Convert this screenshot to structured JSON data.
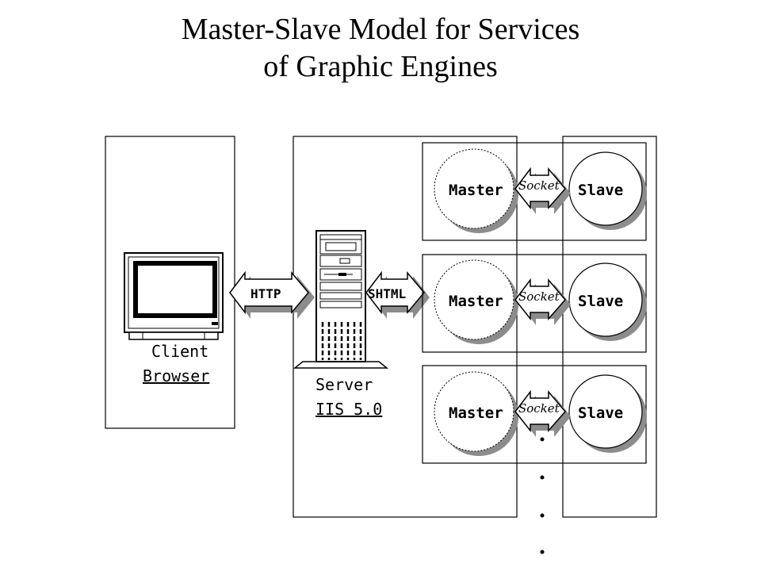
{
  "title": {
    "line1": "Master-Slave Model for Services",
    "line2": "of Graphic Engines"
  },
  "client": {
    "label": "Client",
    "sublabel": "Browser"
  },
  "server": {
    "label": "Server",
    "sublabel": "IIS 5.0"
  },
  "connectors": {
    "client_server": "HTTP",
    "server_master": "SHTML"
  },
  "engines": [
    {
      "master": "Master",
      "link": "Socket",
      "slave": "Slave"
    },
    {
      "master": "Master",
      "link": "Socket",
      "slave": "Slave"
    },
    {
      "master": "Master",
      "link": "Socket",
      "slave": "Slave"
    }
  ],
  "colors": {
    "line": "#000000",
    "shadow": "#8c8c8c",
    "circle_fill": "#ffffff",
    "arrow_fill": "#ffffff",
    "ellipsis_dots": "#000000"
  },
  "icons": {
    "client": "crt-monitor-icon",
    "server": "tower-server-icon",
    "link": "double-arrow-icon"
  }
}
